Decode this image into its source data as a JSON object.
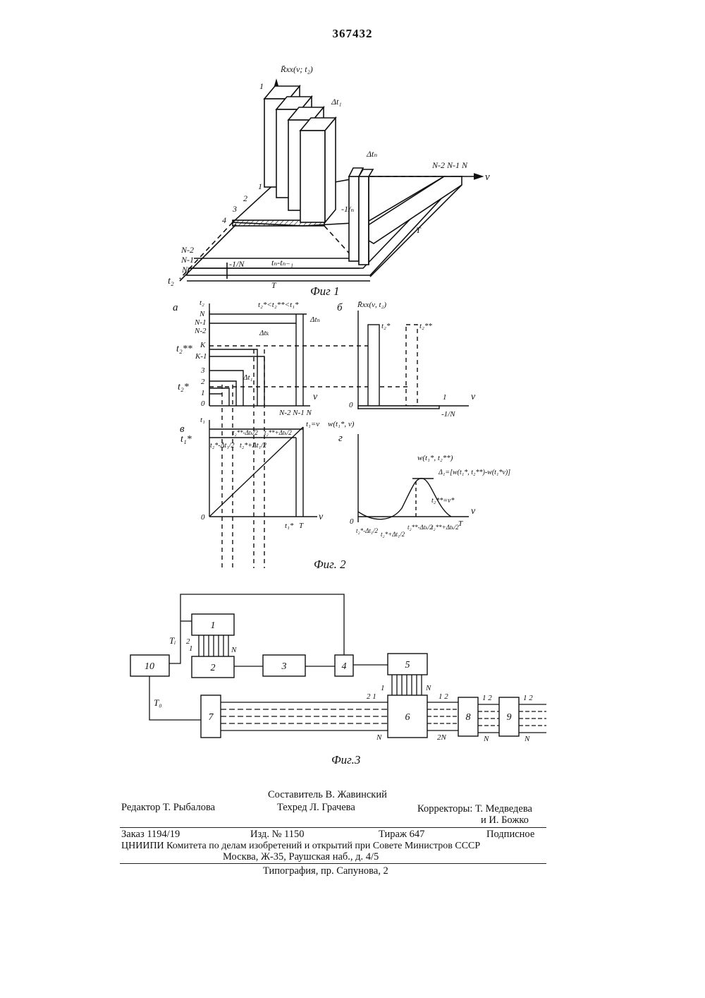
{
  "patent_number": "367432",
  "fig1": {
    "caption": "Фиг 1",
    "axis_z": "R̄xx(ν; t₂)",
    "axis_v": "ν",
    "axis_t2": "t₂",
    "labels": {
      "one_top": "1",
      "one": "1",
      "two": "2",
      "three": "3",
      "four": "4",
      "dt1": "Δt₁",
      "dtn": "Δtₙ",
      "minus_1n": "-1/ₙ",
      "minus_1N": "-1/N",
      "tn_tn1": "tₙ-tₙ₋₁",
      "T_bottom": "T",
      "T_right": "T",
      "N2": "N-2",
      "N1": "N-1",
      "N": "N",
      "NNN": "N-2 N-1 N"
    }
  },
  "fig2": {
    "caption": "Фиг. 2",
    "a": {
      "letter": "а",
      "axis_y": "t₂",
      "axis_x": "ν",
      "condition": "t₂*<t₂**<t₁*",
      "dtn": "Δtₙ",
      "dtk": "Δtₖ",
      "dt1": "Δt₁",
      "t2ss": "t₂**",
      "t2s": "t₂*",
      "ticks_y": [
        "N",
        "N-1",
        "N-2",
        "K",
        "K-1",
        "3",
        "2",
        "1",
        "0"
      ],
      "ticks_x": "N-2 N-1 N"
    },
    "b": {
      "letter": "б",
      "axis_y": "R̄xx(ν, t₂)",
      "axis_x": "ν",
      "bar1": "t₂*",
      "bar2": "t₂**",
      "zero": "0",
      "one": "1",
      "m1n": "-1/N"
    },
    "v": {
      "letter": "в",
      "axis_y": "t₁",
      "axis_x": "ν",
      "t1s": "t₁*",
      "diag": "t₁=ν",
      "w": "w(t₁*, ν)",
      "l1": "t₂**-Δtₖ/2",
      "l2": "t₂**+Δtₖ/2",
      "l3": "t₂*-Δt₁/2",
      "l4": "t₂*+Δt₁/2",
      "zero": "0",
      "x1": "t₁*",
      "x2": "T"
    },
    "g": {
      "letter": "г",
      "axis_x": "ν",
      "zero": "0",
      "T": "T",
      "wpeak": "w(t₁*, t₂**)",
      "delta": "Δ₁=[w(t₁*, t₂**)-w(t₁*ν)]",
      "eq": "t₂**=ν*",
      "ticks": [
        "t₂*-Δt₁/2",
        "t₂*+Δt₁/2",
        "t₂**-Δtₖ/2",
        "t₂**+Δtₖ/2"
      ]
    }
  },
  "fig3": {
    "caption": "Фиг.3",
    "blocks": [
      "1",
      "2",
      "3",
      "4",
      "5",
      "6",
      "7",
      "8",
      "9",
      "10"
    ],
    "Ti": "Tᵢ",
    "T0": "T₀",
    "bus_labels": {
      "b1_2": "2",
      "b1_1": "1",
      "b1_N": "N",
      "b5_1": "1",
      "b5_N": "N",
      "b7_21": "2 1",
      "b7_N": "N",
      "b6_12": "1 2",
      "b6_2N": "2N",
      "b8_12": "1 2",
      "b8_N": "N",
      "b9_12": "1 2",
      "b9_N": "N"
    }
  },
  "imprint": {
    "compiler": "Составитель В. Жавинский",
    "editor": "Редактор Т. Рыбалова",
    "techred": "Техред Л. Грачева",
    "correctors": "Корректоры: Т. Медведева",
    "correctors2": "и И. Божко",
    "order": "Заказ 1194/19",
    "izd": "Изд. № 1150",
    "tirazh": "Тираж 647",
    "podp": "Подписное",
    "org": "ЦНИИПИ Комитета по делам изобретений и открытий при Совете Министров СССР",
    "address": "Москва, Ж-35, Раушская наб., д. 4/5",
    "typo": "Типография, пр. Сапунова, 2"
  }
}
